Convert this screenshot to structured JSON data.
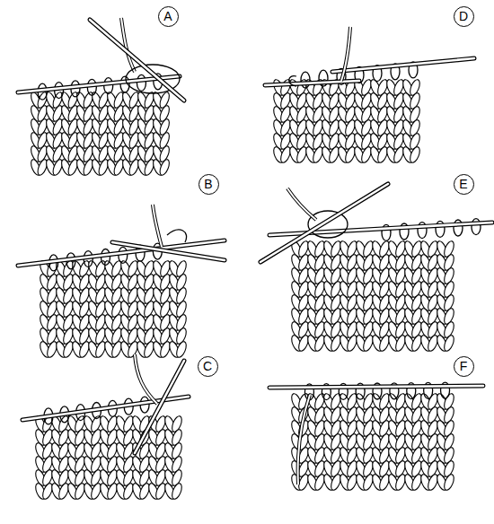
{
  "diagram": {
    "nodes": [
      {
        "text": [
          "A"
        ]
      },
      {
        "text": [
          "D"
        ]
      },
      {
        "text": [
          "B"
        ]
      },
      {
        "text": [
          "E"
        ]
      },
      {
        "text": [
          "C"
        ]
      },
      {
        "text": [
          "F"
        ]
      }
    ]
  }
}
